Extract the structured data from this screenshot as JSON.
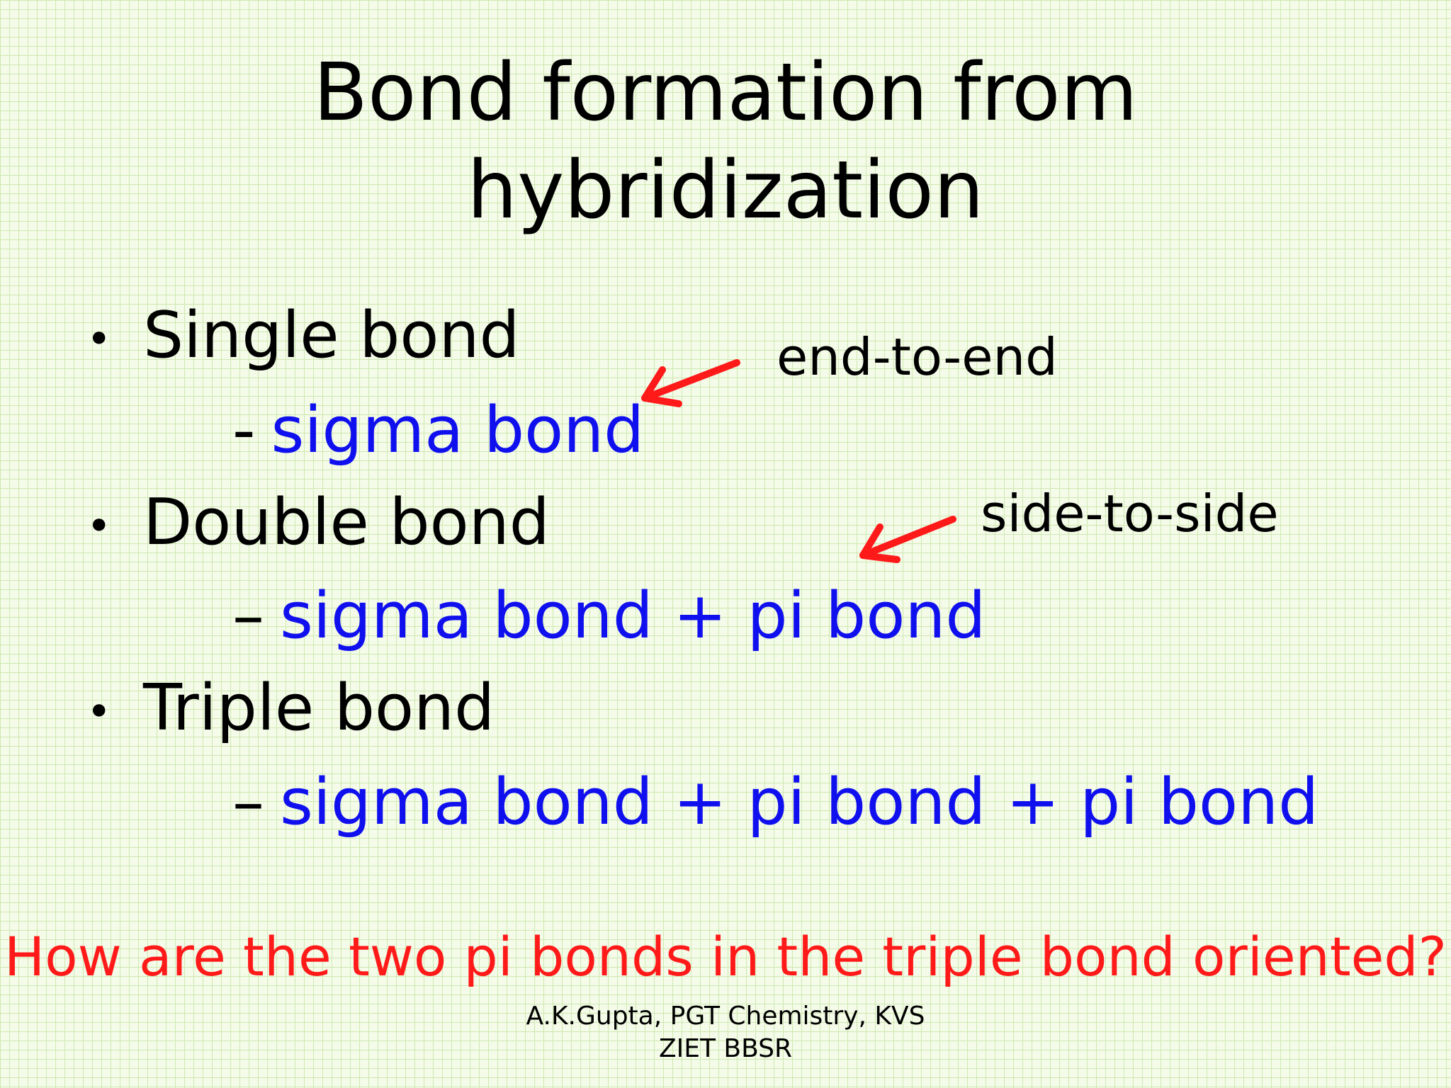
{
  "slide": {
    "title_line1": "Bond formation from",
    "title_line2": "hybridization",
    "bullets": [
      {
        "marker": "•",
        "label": "Single bond",
        "sub_marker": "-",
        "sub_text": "sigma bond"
      },
      {
        "marker": "•",
        "label": "Double bond",
        "sub_marker": "–",
        "sub_text": "sigma bond + pi bond"
      },
      {
        "marker": "•",
        "label": "Triple bond",
        "sub_marker": "–",
        "sub_text": "sigma bond + pi bond + pi bond"
      }
    ],
    "annotations": {
      "end_to_end": "end-to-end",
      "side_to_side": "side-to-side"
    },
    "question": "How are the two pi bonds in the triple bond oriented?",
    "footer_line1": "A.K.Gupta, PGT Chemistry, KVS",
    "footer_line2": "ZIET BBSR"
  },
  "colors": {
    "background": "#f4fbe9",
    "grid": "#cfe8b0",
    "text": "#000000",
    "sub_text": "#1010ee",
    "question": "#ff1a1a",
    "arrow": "#ff1a1a"
  },
  "icons": [
    "arrow-left-icon",
    "arrow-left-icon"
  ]
}
